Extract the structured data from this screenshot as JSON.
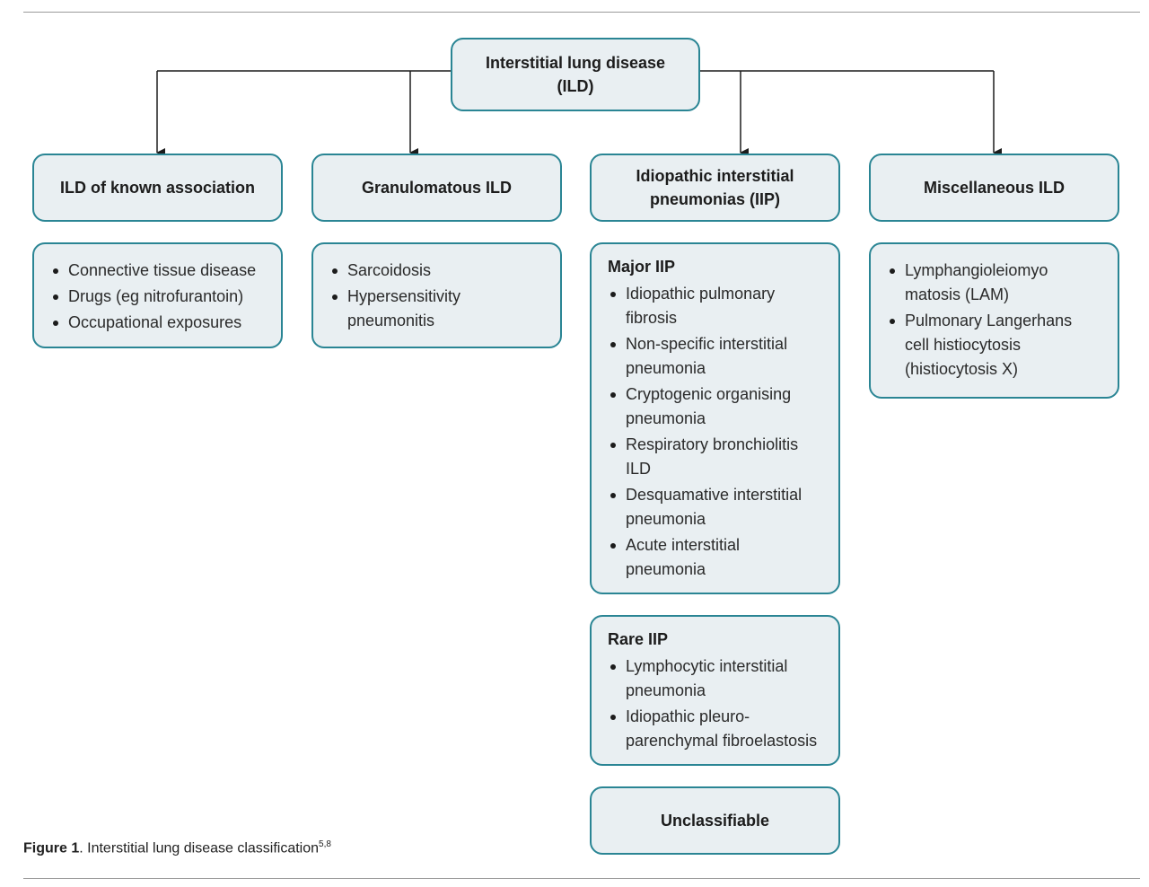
{
  "diagram": {
    "root": {
      "label": "Interstitial lung disease (ILD)"
    },
    "categories": [
      {
        "label": "ILD of known association",
        "items": [
          "Connective tissue disease",
          "Drugs (eg nitrofurantoin)",
          "Occupational exposures"
        ]
      },
      {
        "label": "Granulomatous ILD",
        "items": [
          "Sarcoidosis",
          "Hypersensitivity pneumonitis"
        ]
      },
      {
        "label": "Idiopathic interstitial pneumonias (IIP)",
        "groups": [
          {
            "title": "Major IIP",
            "items": [
              "Idiopathic pulmonary fibrosis",
              "Non-specific interstitial pneumonia",
              "Cryptogenic organising pneumonia",
              "Respiratory bronchiolitis ILD",
              "Desquamative interstitial pneumonia",
              "Acute interstitial pneumonia"
            ]
          },
          {
            "title": "Rare IIP",
            "items": [
              "Lymphocytic interstitial pneumonia",
              "Idiopathic pleuro-parenchymal fibroelastosis"
            ]
          },
          {
            "title": "Unclassifiable",
            "items": []
          }
        ]
      },
      {
        "label": "Miscellaneous ILD",
        "items": [
          "Lymphangioleiomyo matosis (LAM)",
          "Pulmonary Langerhans cell histiocytosis (histiocytosis X)"
        ]
      }
    ]
  },
  "caption": {
    "label": "Figure 1",
    "text": ". Interstitial lung disease classification",
    "refs": "5,8"
  },
  "colors": {
    "box_fill": "#e9eff2",
    "box_border": "#2a8594",
    "connector": "#1c1c1c"
  }
}
